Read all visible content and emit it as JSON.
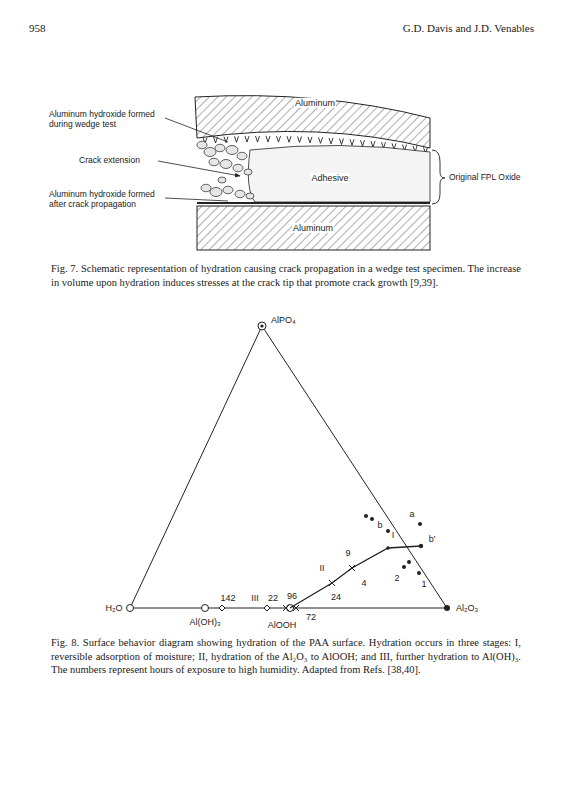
{
  "diagram": {
    "labels": [
      "958",
      "G.D. Davis and J.D. Venables",
      "Aluminum hydroxide formed during wedge test",
      "Aluminum",
      "Crack extension",
      "Adhesive",
      "Original FPL Oxide",
      "Aluminum hydroxide formed after crack propagation",
      "Aluminum",
      "Fig. 7. Schematic representation of hydration causing crack propagation in a wedge test specimen. The increase in volume upon hydration induces stresses at the crack tip that promote crack growth [9,39].",
      "AlPO₄",
      "a",
      "b",
      "I",
      "b'",
      "9",
      "2",
      "II",
      "4",
      "1",
      "24",
      "H₂O",
      "142",
      "III",
      "22",
      "96",
      "72",
      "Al₂O₃",
      "Al(OH)₃",
      "AlOOH",
      "Fig. 8. Surface behavior diagram showing hydration of the PAA surface. Hydration occurs in three stages: I, reversible adsorption of moisture; II, hydration of the Al₂O₃ to AlOOH; and III, further hydration to Al(OH)₃. The numbers represent hours of exposure to high humidity. Adapted from Refs. [38,40]."
    ]
  }
}
